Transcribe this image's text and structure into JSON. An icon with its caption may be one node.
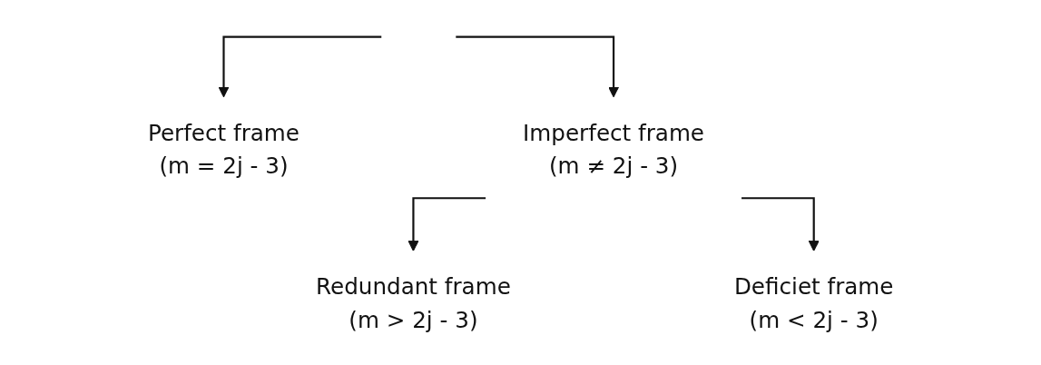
{
  "diagram": {
    "nodes": [
      {
        "text": [
          "Perfect frame",
          "(m = 2j - 3)"
        ]
      },
      {
        "text": [
          "Imperfect frame",
          "(m ≠ 2j - 3)"
        ]
      },
      {
        "text": [
          "Redundant frame",
          "(m > 2j - 3)"
        ]
      },
      {
        "text": [
          "Deficiet frame",
          "(m < 2j - 3)"
        ]
      }
    ],
    "edges": [
      {
        "from": null,
        "to": 0,
        "arrow": "to"
      },
      {
        "from": null,
        "to": 1,
        "arrow": "to"
      },
      {
        "from": 1,
        "to": 2,
        "arrow": "to"
      },
      {
        "from": 1,
        "to": 3,
        "arrow": "to"
      }
    ]
  }
}
